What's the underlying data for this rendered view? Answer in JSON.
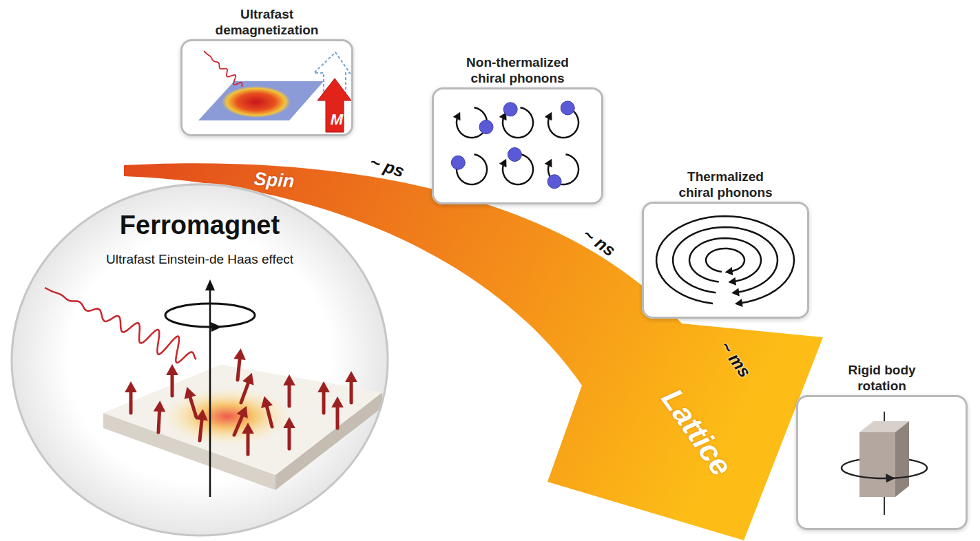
{
  "diagram": {
    "nodes": [
      {
        "text": [
          "Ultrafast demagnetization",
          "M"
        ]
      },
      {
        "text": [
          "Non-thermalized chiral phonons"
        ]
      },
      {
        "text": [
          "Thermalized chiral phonons"
        ]
      },
      {
        "text": [
          "Rigid body rotation"
        ]
      },
      {
        "text": [
          "Ferromagnet",
          "Ultrafast Einstein-de Haas effect"
        ]
      }
    ],
    "labels": [
      "Spin",
      "~ ps",
      "~ ns",
      "~ ms",
      "Lattice"
    ]
  }
}
